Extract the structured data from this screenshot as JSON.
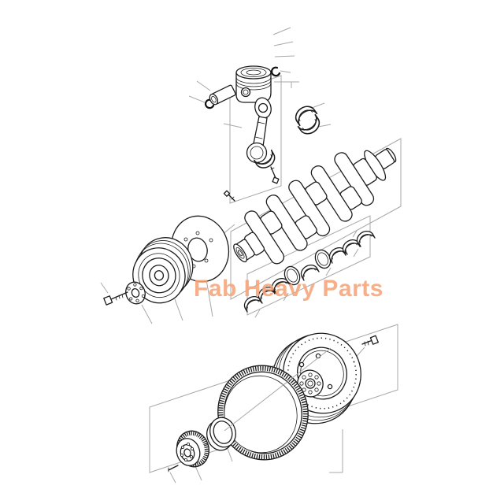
{
  "page": {
    "background": "#ffffff",
    "kind": "product-parts-image"
  },
  "watermark": {
    "text": "Fab Heavy Parts",
    "color": "#f6a57a"
  },
  "diagram": {
    "description": "Exploded parts diagram of an engine crankshaft, piston and flywheel group",
    "line_color": "#1c1c1c",
    "guide_line_color": "#a8a8a8",
    "parts": [
      "piston-rings",
      "piston",
      "piston-pin",
      "piston-pin-circlips",
      "connecting-rod",
      "connecting-rod-bearing-shells",
      "connecting-rod-cap",
      "connecting-rod-bolt",
      "crankshaft",
      "crankshaft-front-bolt",
      "vibration-damper-disc",
      "crankshaft-pulley",
      "washer",
      "pulley-bolt",
      "main-bearing-shells",
      "thrust-rings",
      "flywheel",
      "flywheel-bolt",
      "flywheel-ring-gear",
      "seal-collar",
      "crankshaft-gear",
      "dowel-pin"
    ]
  }
}
